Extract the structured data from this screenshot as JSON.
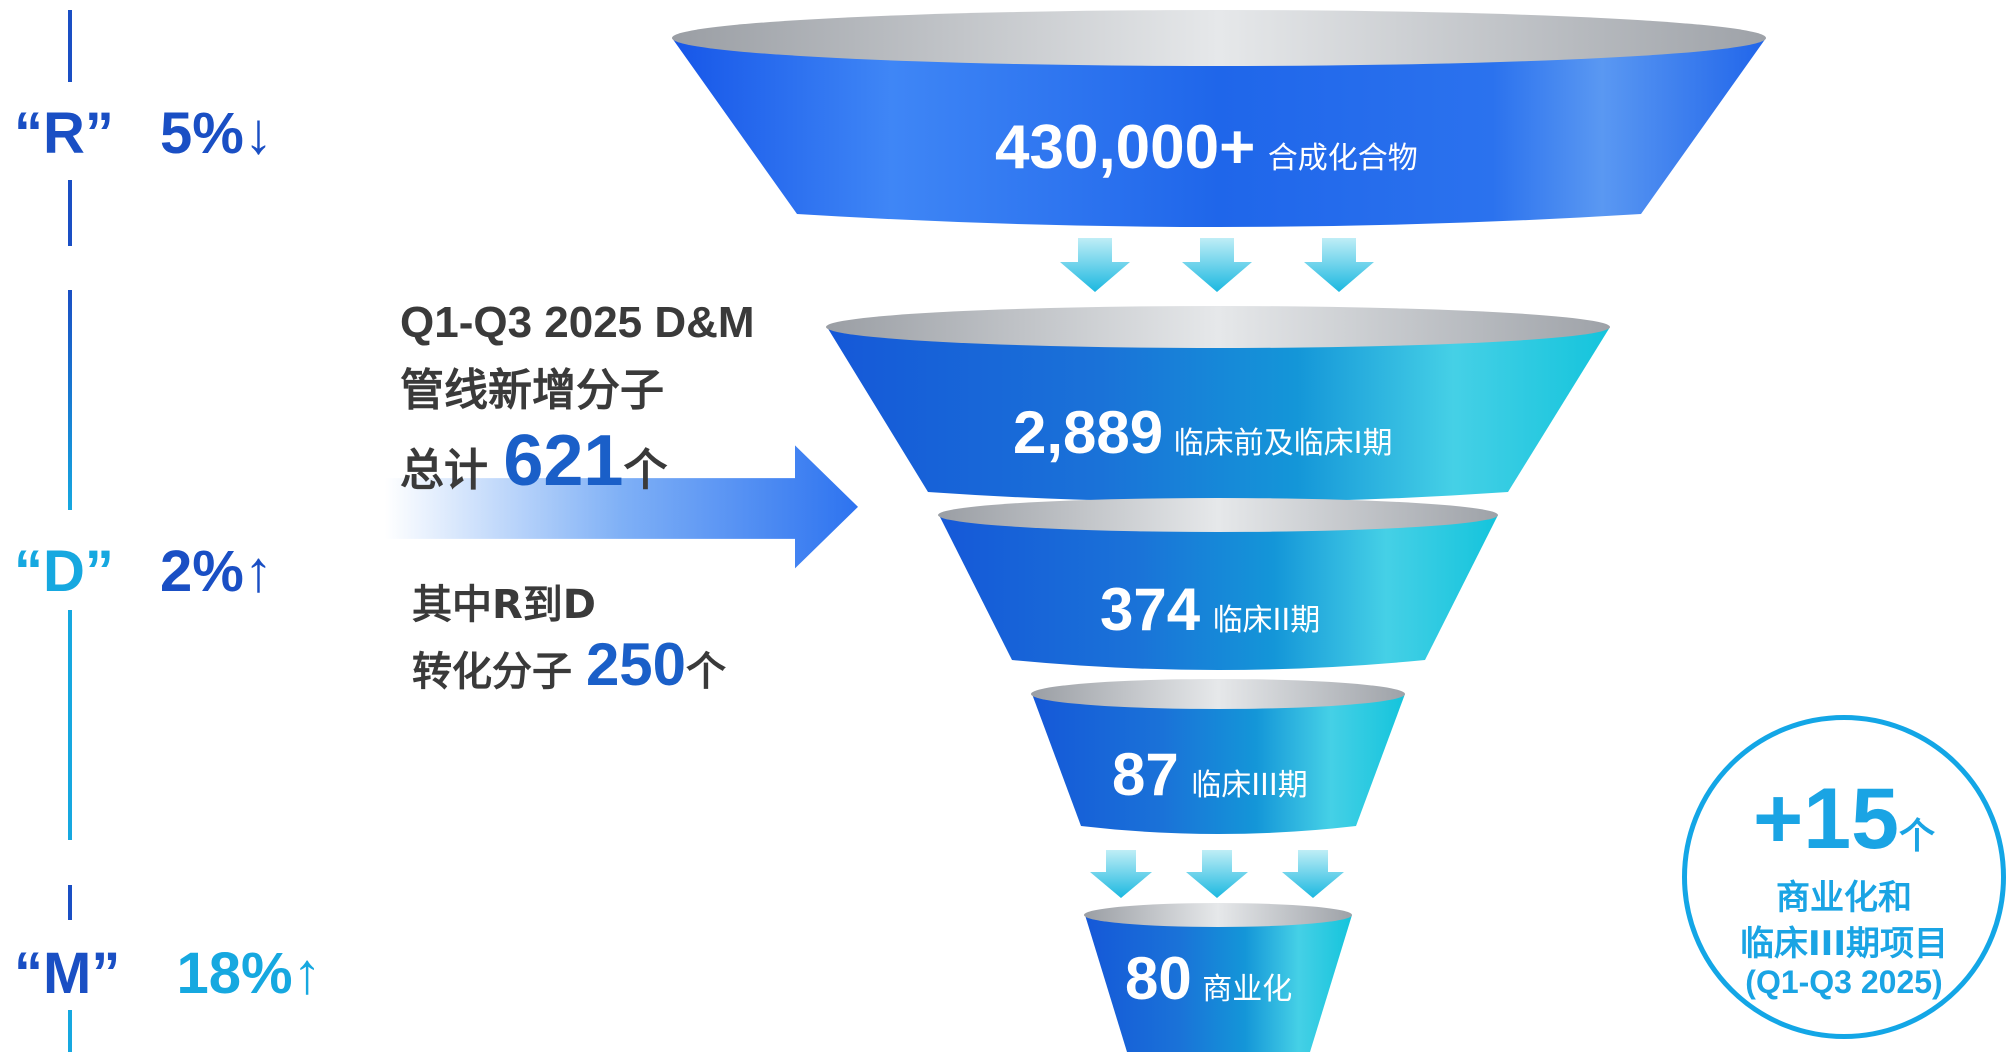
{
  "stages": [
    {
      "letter": "“R”",
      "value": "5%↓",
      "color": "#1a4fc4"
    },
    {
      "letter": "“D”",
      "value": "2%↑",
      "color": "#16a8e0"
    },
    {
      "letter": "“M”",
      "value": "18%↑",
      "color": "#16a8e0"
    }
  ],
  "pipeline": {
    "line1": "Q1-Q3 2025 D&M",
    "line2": "管线新增分子",
    "total_prefix": "总计",
    "total_value": "621",
    "total_unit": "个",
    "sub_line1": "其中R到D",
    "sub_prefix": "转化分子",
    "sub_value": "250",
    "sub_unit": "个"
  },
  "funnel": [
    {
      "value": "430,000+",
      "desc": "合成化合物"
    },
    {
      "value": "2,889",
      "desc": "临床前及临床I期"
    },
    {
      "value": "374",
      "desc": "临床II期"
    },
    {
      "value": "87",
      "desc": "临床III期"
    },
    {
      "value": "80",
      "desc": "商业化"
    }
  ],
  "badge": {
    "value": "+15",
    "unit": "个",
    "line1": "商业化和",
    "line2": "临床III期项目",
    "line3": "(Q1-Q3 2025)"
  },
  "colors": {
    "dark_blue": "#1a4fc4",
    "cyan": "#16a8e0",
    "funnel_blue": "#1d6fe0",
    "funnel_cyan": "#12c8dc"
  }
}
